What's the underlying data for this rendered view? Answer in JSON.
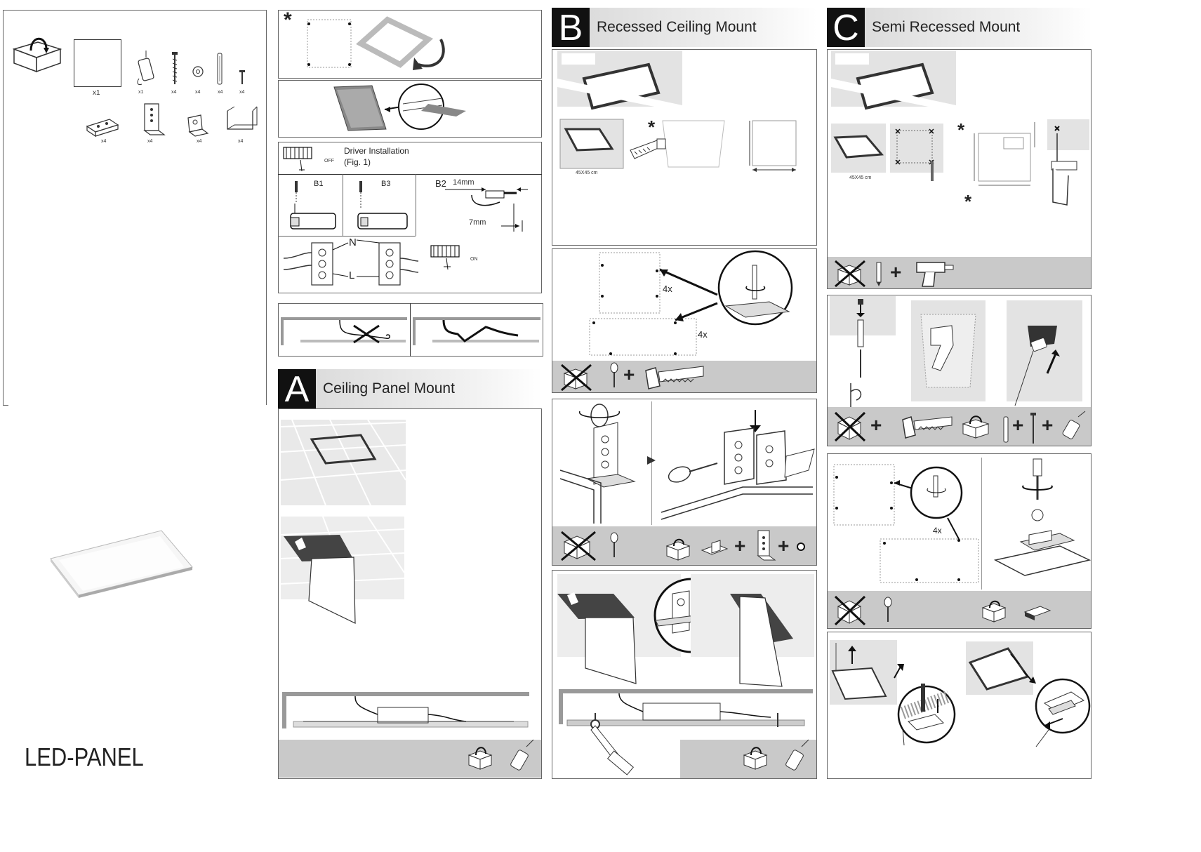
{
  "product_name": "LED-PANEL",
  "parts": {
    "counts": [
      "x1",
      "x1",
      "x4",
      "x4",
      "x4",
      "x4"
    ],
    "bracket_counts": [
      "x4",
      "x4",
      "x4",
      "x4"
    ]
  },
  "driver": {
    "title": "Driver Installation",
    "fig": "(Fig. 1)",
    "off_label": "OFF",
    "on_label": "ON",
    "b1": "B1",
    "b3": "B3",
    "b2": "B2",
    "dim_14": "14mm",
    "dim_7": "7mm",
    "n_label": "N",
    "l_label": "L"
  },
  "sections": {
    "a": {
      "letter": "A",
      "title": "Ceiling Panel Mount"
    },
    "b": {
      "letter": "B",
      "title": "Recessed Ceiling Mount",
      "size_label": "45X45 cm",
      "count": "4x",
      "count2": "4x"
    },
    "c": {
      "letter": "C",
      "title": "Semi Recessed Mount",
      "size_label": "45X45 cm",
      "count": "4x"
    }
  },
  "asterisk": "*",
  "plus": "+"
}
